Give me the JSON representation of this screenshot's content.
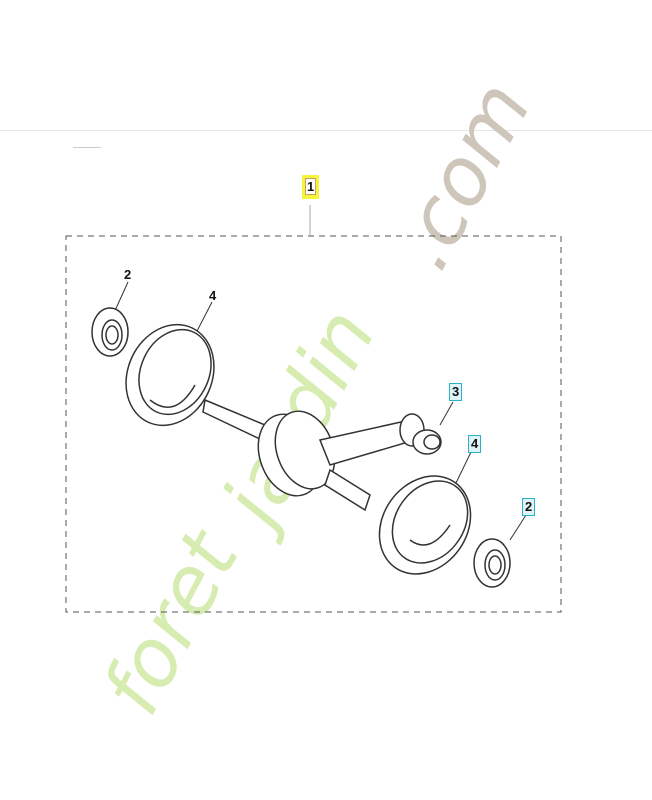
{
  "diagram": {
    "assembly_label": "1",
    "callouts": [
      {
        "label": "2",
        "part": "bearing-left",
        "highlighted": false
      },
      {
        "label": "4",
        "part": "crank-web-left",
        "highlighted": false
      },
      {
        "label": "3",
        "part": "needle-bearing",
        "highlighted": true
      },
      {
        "label": "4",
        "part": "crank-web-right",
        "highlighted": true
      },
      {
        "label": "2",
        "part": "bearing-right",
        "highlighted": true
      }
    ],
    "colors": {
      "assembly_highlight": "#f4f43a",
      "callout_highlight": "#2ab0c8",
      "watermark_green": "#d6ecb0",
      "watermark_gray": "#cfc6bb"
    }
  },
  "watermark": {
    "text_part1": "foret",
    "text_part2": "jardin",
    "text_part3": ".com"
  }
}
